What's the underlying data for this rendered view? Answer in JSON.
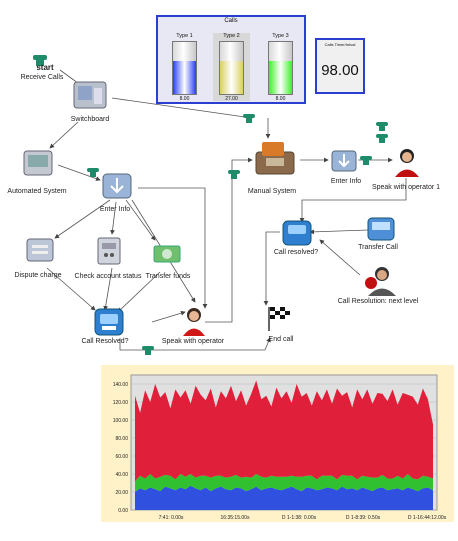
{
  "start_label": "start",
  "calls_panel": {
    "title": "Calls",
    "gauges": [
      {
        "name": "Type 1",
        "value_label": "8.00",
        "fill": 0.63,
        "color": "#2a3ef5"
      },
      {
        "name": "Type 2",
        "value_label": "27.00",
        "fill": 0.63,
        "color": "#d8d060"
      },
      {
        "name": "Type 3",
        "value_label": "8.00",
        "fill": 0.63,
        "color": "#3ef02a"
      }
    ]
  },
  "timer": {
    "title": "Calls Timer/Intval",
    "value": "98.00"
  },
  "nodes": {
    "receive_calls": "Receive Calls",
    "switchboard": "Switchboard",
    "automated_system": "Automated System",
    "enter_info": "Enter Info",
    "dispute_charge": "Dispute charge",
    "check_account": "Check account status",
    "transfer_funds": "Transfer funds",
    "call_resolved": "Call Resolved?",
    "speak_operator": "Speak with operator",
    "manual_system": "Manual System",
    "enter_info_2": "Enter Info",
    "speak_operator_1": "Speak with operator 1",
    "call_resolved_2": "Call resolved?",
    "transfer_call": "Transfer Call",
    "call_resolution_next": "Call Resolution: next level",
    "end_call": "End call"
  },
  "chart_data": {
    "type": "area",
    "stacked": true,
    "yticks": [
      "0.00",
      "20.00",
      "40.00",
      "60.00",
      "80.00",
      "100.00",
      "120.00",
      "140.00"
    ],
    "ylim": [
      0,
      150
    ],
    "xticks": [
      "7:41: 0.00s",
      "16:35:15.00s",
      "D 1-1:38: 0.00s",
      "D 1-8:39: 0.50s",
      "D 1-16:44:12.00s"
    ],
    "grid": true,
    "series": [
      {
        "color": "#3050e0",
        "values": [
          20,
          24,
          22,
          25,
          23,
          21,
          26,
          24,
          22,
          25,
          23,
          27,
          24,
          22,
          25,
          21,
          24,
          26,
          23,
          22,
          25,
          24,
          21,
          23,
          26,
          22,
          24,
          25,
          23,
          22,
          24,
          26,
          23,
          21,
          25,
          24,
          22,
          23,
          25,
          24,
          22,
          26,
          23,
          24,
          22,
          25,
          23,
          21,
          24,
          25,
          22,
          23,
          24,
          22,
          25,
          23,
          21,
          24,
          25,
          22
        ]
      },
      {
        "color": "#30c030",
        "values": [
          12,
          14,
          13,
          15,
          12,
          16,
          13,
          14,
          12,
          15,
          14,
          13,
          12,
          16,
          13,
          15,
          14,
          12,
          13,
          15,
          14,
          12,
          16,
          13,
          14,
          15,
          12,
          13,
          14,
          15,
          13,
          12,
          14,
          16,
          13,
          14,
          12,
          15,
          13,
          14,
          12,
          13,
          15,
          14,
          12,
          13,
          14,
          15,
          12,
          14,
          13,
          12,
          14,
          13,
          15,
          12,
          13,
          14,
          12,
          13
        ]
      },
      {
        "color": "#e0203a",
        "values": [
          95,
          70,
          98,
          80,
          105,
          88,
          92,
          75,
          100,
          85,
          96,
          78,
          102,
          90,
          84,
          99,
          76,
          94,
          88,
          101,
          82,
          97,
          79,
          93,
          104,
          86,
          91,
          77,
          99,
          87,
          95,
          81,
          103,
          89,
          92,
          78,
          98,
          84,
          96,
          80,
          101,
          88,
          93,
          76,
          100,
          85,
          97,
          82,
          94,
          90,
          86,
          99,
          79,
          95,
          88,
          91,
          83,
          97,
          86,
          60
        ]
      }
    ]
  }
}
